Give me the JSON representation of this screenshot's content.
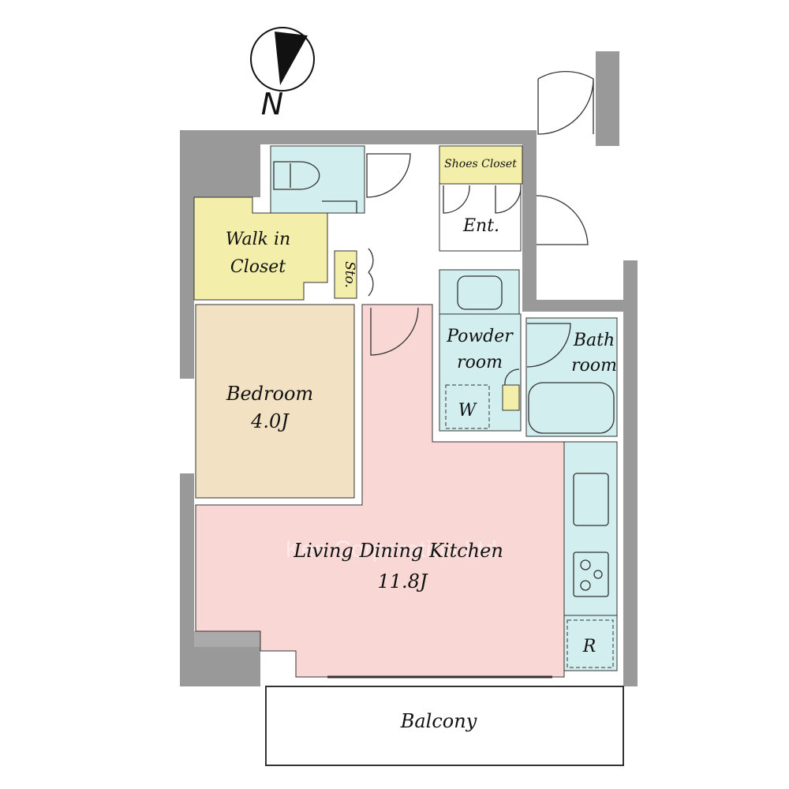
{
  "compass": {
    "label": "N"
  },
  "rooms": {
    "walk_in_closet": {
      "line1": "Walk in",
      "line2": "Closet"
    },
    "storage": "Sto.",
    "shoes_closet": "Shoes Closet",
    "entrance": "Ent.",
    "powder_room": {
      "line1": "Powder",
      "line2": "room"
    },
    "bath_room": {
      "line1": "Bath",
      "line2": "room"
    },
    "washer": "W",
    "bedroom": {
      "name": "Bedroom",
      "size": "4.0J"
    },
    "ldk": {
      "name": "Living Dining Kitchen",
      "size": "11.8J"
    },
    "refrigerator": "R",
    "balcony": "Balcony"
  },
  "watermark": "Ken Corporation Ltd.",
  "colors": {
    "wall": "#999999",
    "wet": "#d2eeee",
    "closet": "#f3efaa",
    "bedroom": "#f2e1c2",
    "ldk": "#f8d7d5"
  }
}
